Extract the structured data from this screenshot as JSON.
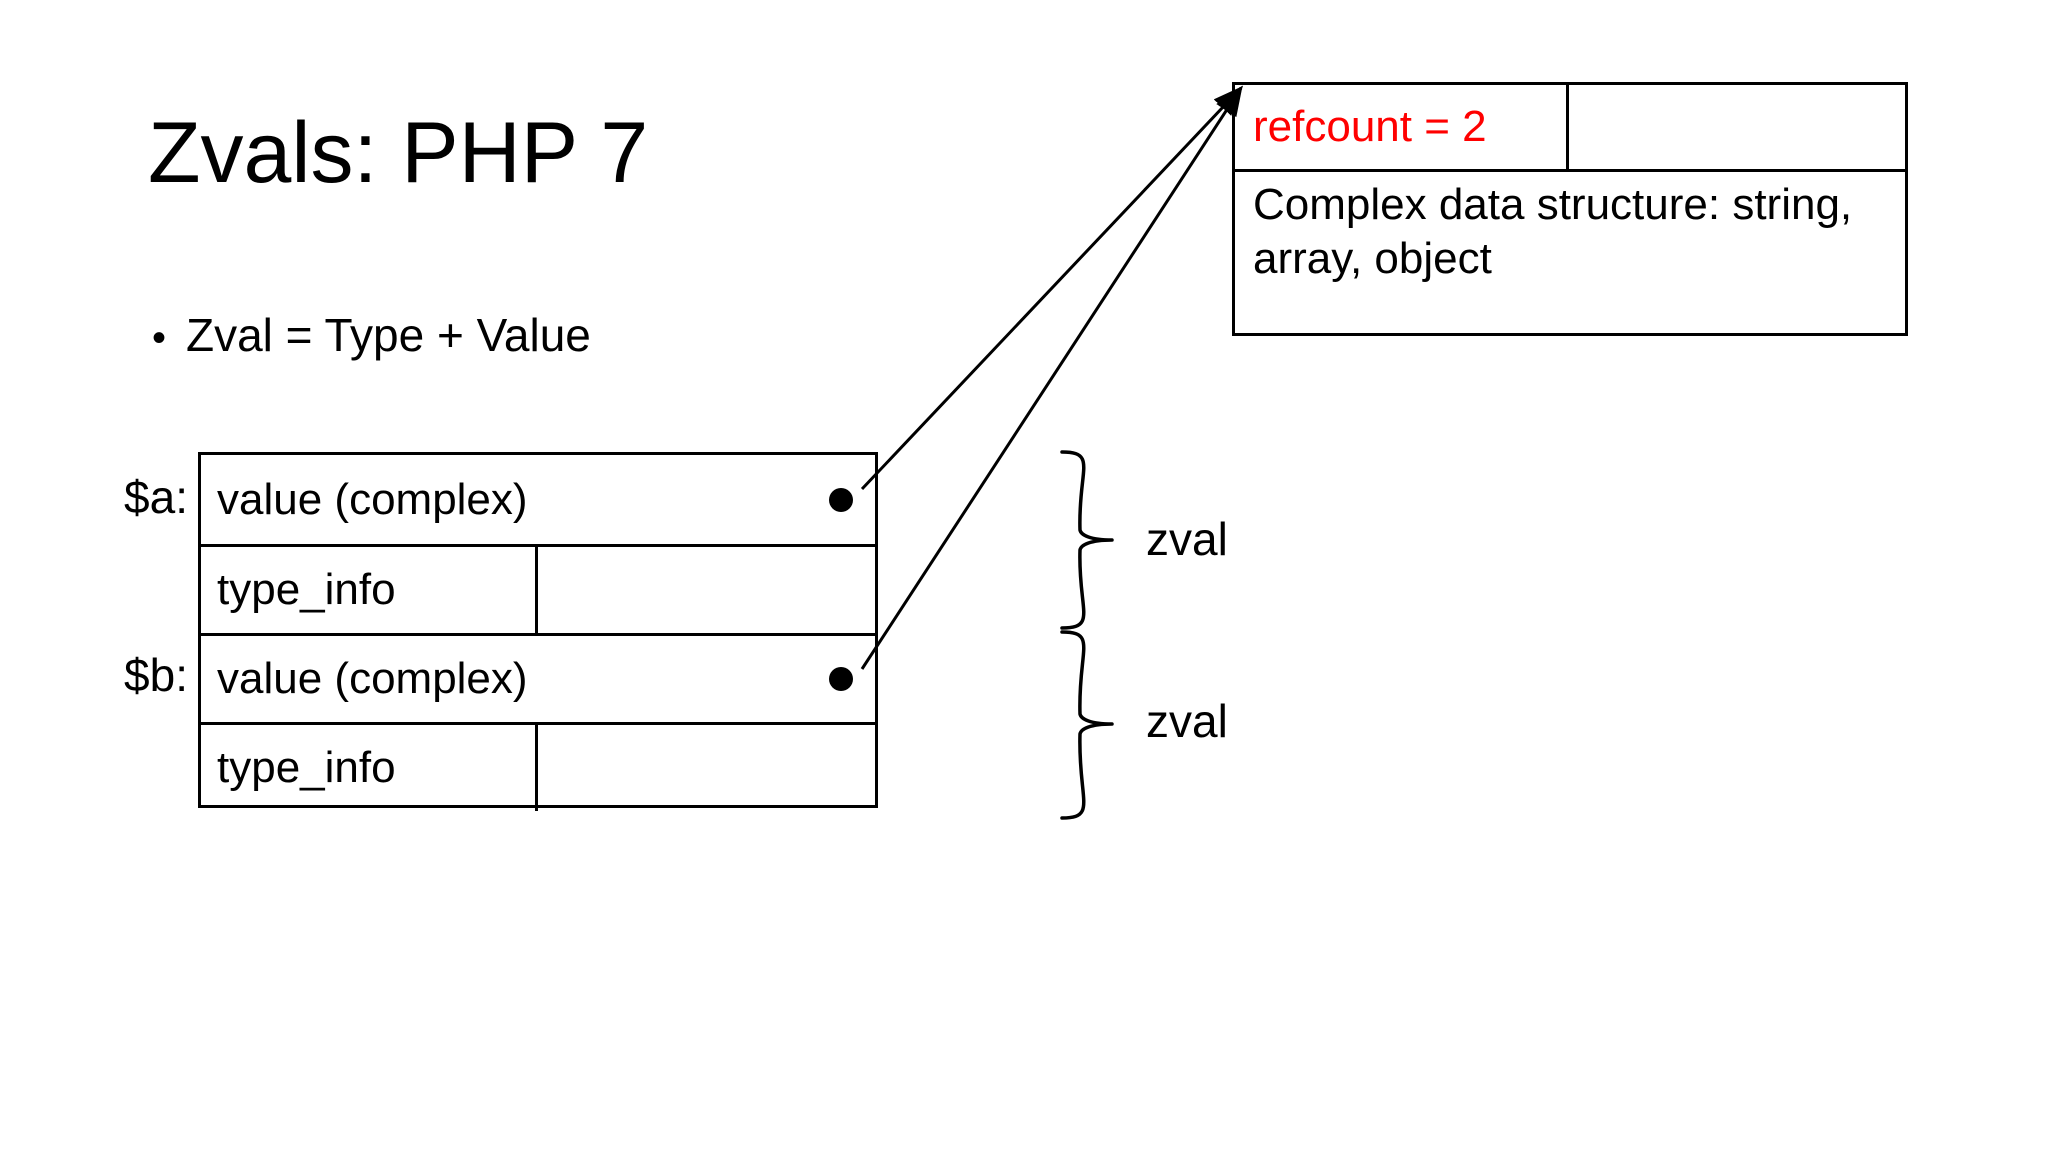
{
  "slide": {
    "title": "Zvals: PHP 7",
    "background_color": "#ffffff",
    "text_color": "#000000",
    "accent_color": "#ff0000"
  },
  "bullets": [
    {
      "marker": "•",
      "text": "Zval = Type + Value"
    }
  ],
  "zval_table": {
    "variables": [
      {
        "label": "$a:"
      },
      {
        "label": "$b:"
      }
    ],
    "rows": [
      {
        "kind": "value",
        "label": "value (complex)",
        "has_pointer": true
      },
      {
        "kind": "type",
        "label": "type_info",
        "has_pointer": false
      },
      {
        "kind": "value",
        "label": "value (complex)",
        "has_pointer": true
      },
      {
        "kind": "type",
        "label": "type_info",
        "has_pointer": false
      }
    ]
  },
  "complex_box": {
    "refcount_label": "refcount = 2",
    "refcount_color": "#ff0000",
    "description": "Complex data structure: string, array, object"
  },
  "brace_labels": [
    {
      "text": "zval"
    },
    {
      "text": "zval"
    }
  ]
}
